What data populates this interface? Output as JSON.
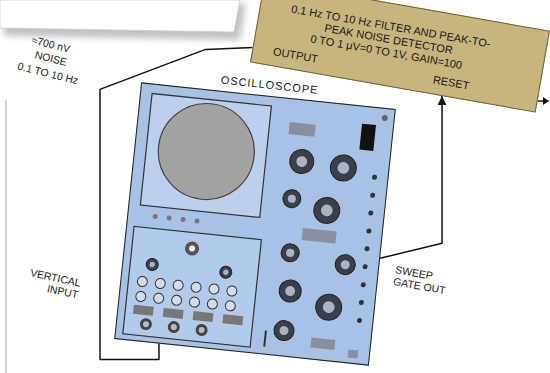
{
  "diagram": {
    "nodes": [
      {
        "text": [
          "0.1 Hz TO 10 Hz FILTER AND PEAK-TO-PEAK NOISE DETECTOR",
          "0 TO 1 μV=0 TO 1V, GAIN=100",
          "OUTPUT",
          "RESET"
        ]
      },
      {
        "text": [
          "OSCILLOSCOPE"
        ]
      }
    ],
    "edges": [
      {
        "from": 0,
        "to": 1,
        "arrow": "none"
      },
      {
        "from": 1,
        "to": 0,
        "arrow": "to"
      }
    ],
    "labels": [
      "≈700 nV",
      "NOISE",
      "0.1 TO 10 Hz",
      "VERTICAL INPUT",
      "SWEEP GATE OUT"
    ]
  }
}
